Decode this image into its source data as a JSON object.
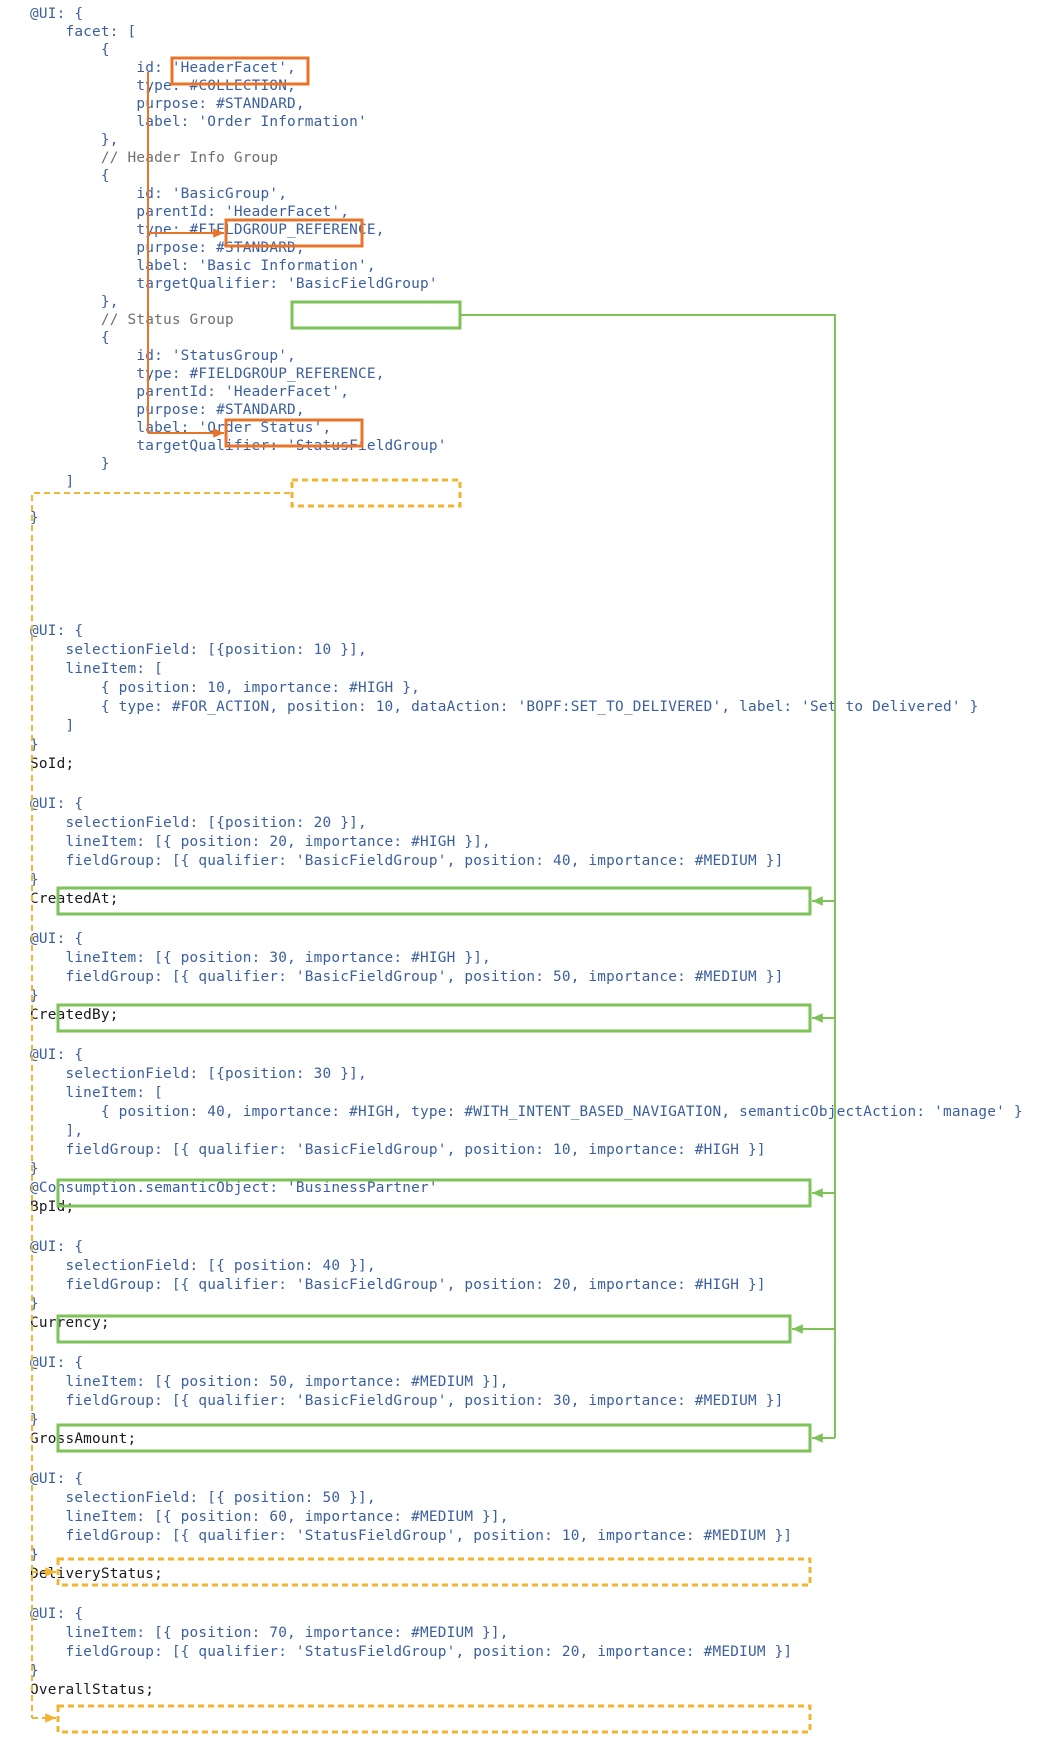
{
  "colors": {
    "code": "#3b5f9e",
    "field": "#1a1a1a",
    "comment": "#6e6e6e",
    "orange": "#e8742a",
    "green": "#7dc35a",
    "gold": "#f2b533"
  },
  "lines": [
    "@UI: {",
    "    facet: [",
    "        {",
    "            id: 'HeaderFacet',",
    "            type: #COLLECTION,",
    "            purpose: #STANDARD,",
    "            label: 'Order Information'",
    "        },",
    "        // Header Info Group",
    "        {",
    "            id: 'BasicGroup',",
    "            parentId: 'HeaderFacet',",
    "            type: #FIELDGROUP_REFERENCE,",
    "            purpose: #STANDARD,",
    "            label: 'Basic Information',",
    "            targetQualifier: 'BasicFieldGroup'",
    "        },",
    "        // Status Group",
    "        {",
    "            id: 'StatusGroup',",
    "            type: #FIELDGROUP_REFERENCE,",
    "            parentId: 'HeaderFacet',",
    "            purpose: #STANDARD,",
    "            label: 'Order Status',",
    "            targetQualifier: 'StatusFieldGroup'",
    "        }",
    "    ]",
    "",
    "}",
    "@UI: {",
    "    selectionField: [{position: 10 }],",
    "    lineItem: [",
    "        { position: 10, importance: #HIGH },",
    "        { type: #FOR_ACTION, position: 10, dataAction: 'BOPF:SET_TO_DELIVERED', label: 'Set to Delivered' }",
    "    ]",
    "}",
    "SoId;",
    "@UI: {",
    "    selectionField: [{position: 20 }],",
    "    lineItem: [{ position: 20, importance: #HIGH }],",
    "    fieldGroup: [{ qualifier: 'BasicFieldGroup', position: 40, importance: #MEDIUM }]",
    "}",
    "CreatedAt;",
    "@UI: {",
    "    lineItem: [{ position: 30, importance: #HIGH }],",
    "    fieldGroup: [{ qualifier: 'BasicFieldGroup', position: 50, importance: #MEDIUM }]",
    "}",
    "CreatedBy;",
    "@UI: {",
    "    selectionField: [{position: 30 }],",
    "    lineItem: [",
    "        { position: 40, importance: #HIGH, type: #WITH_INTENT_BASED_NAVIGATION, semanticObjectAction: 'manage' }",
    "    ],",
    "    fieldGroup: [{ qualifier: 'BasicFieldGroup', position: 10, importance: #HIGH }]",
    "}",
    "@Consumption.semanticObject: 'BusinessPartner'",
    "BpId;",
    "@UI: {",
    "    selectionField: [{ position: 40 }],",
    "    fieldGroup: [{ qualifier: 'BasicFieldGroup', position: 20, importance: #HIGH }]",
    "}",
    "Currency;",
    "@UI: {",
    "    lineItem: [{ position: 50, importance: #MEDIUM }],",
    "    fieldGroup: [{ qualifier: 'BasicFieldGroup', position: 30, importance: #MEDIUM }]",
    "}",
    "GrossAmount;",
    "@UI: {",
    "    selectionField: [{ position: 50 }],",
    "    lineItem: [{ position: 60, importance: #MEDIUM }],",
    "    fieldGroup: [{ qualifier: 'StatusFieldGroup', position: 10, importance: #MEDIUM }]",
    "}",
    "DeliveryStatus;",
    "@UI: {",
    "    lineItem: [{ position: 70, importance: #MEDIUM }],",
    "    fieldGroup: [{ qualifier: 'StatusFieldGroup', position: 20, importance: #MEDIUM }]",
    "}",
    "OverallStatus;"
  ]
}
